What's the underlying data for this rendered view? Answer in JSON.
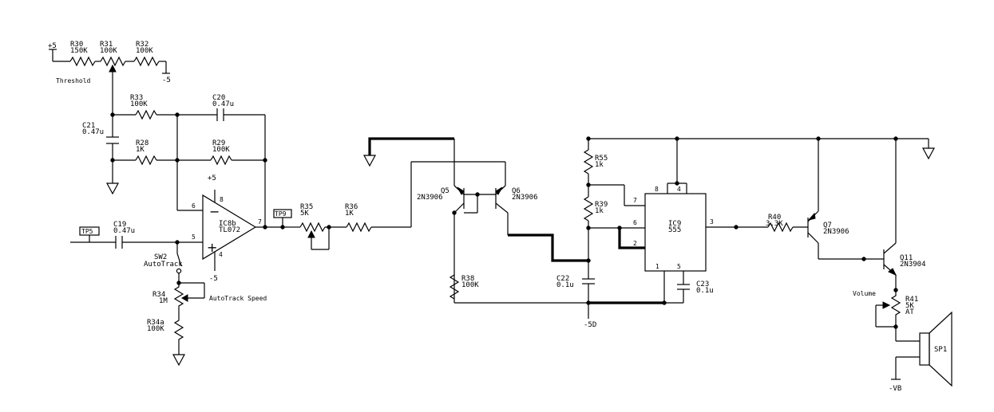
{
  "supplies": {
    "pos5_a": "+5",
    "neg5_a": "-5",
    "pos5_b": "+5",
    "neg5_b": "-5",
    "neg5d": "-5D",
    "neg_vb": "-VB"
  },
  "threshold": "Threshold",
  "r30": {
    "ref": "R30",
    "value": "150K"
  },
  "r31": {
    "ref": "R31",
    "value": "100K"
  },
  "r32": {
    "ref": "R32",
    "value": "100K"
  },
  "r33": {
    "ref": "R33",
    "value": "100K"
  },
  "c20": {
    "ref": "C20",
    "value": "0.47u"
  },
  "c21": {
    "ref": "C21",
    "value": "0.47u"
  },
  "r28": {
    "ref": "R28",
    "value": "1K"
  },
  "r29": {
    "ref": "R29",
    "value": "100K"
  },
  "ic8b": {
    "ref": "IC8b",
    "part": "TL072",
    "pin_in_neg": "6",
    "pin_in_pos": "5",
    "pin_out": "7",
    "pin_vpos": "8",
    "pin_vneg": "4",
    "minus": "−",
    "plus": "+"
  },
  "tp5": "TP5",
  "tp9": "TP9",
  "c19": {
    "ref": "C19",
    "value": "0.47u"
  },
  "sw2": {
    "ref": "SW2",
    "label": "AutoTrack"
  },
  "r34": {
    "ref": "R34",
    "value": "1M",
    "label": "AutoTrack Speed"
  },
  "r34a": {
    "ref": "R34a",
    "value": "100K"
  },
  "r35": {
    "ref": "R35",
    "value": "5K"
  },
  "r36": {
    "ref": "R36",
    "value": "1K"
  },
  "q5": {
    "ref": "Q5",
    "part": "2N3906"
  },
  "q6": {
    "ref": "Q6",
    "part": "2N3906"
  },
  "r38": {
    "ref": "R38",
    "value": "100K"
  },
  "r55": {
    "ref": "R55",
    "value": "1k"
  },
  "r39": {
    "ref": "R39",
    "value": "1k"
  },
  "c22": {
    "ref": "C22",
    "value": "0.1u"
  },
  "ic9": {
    "ref": "IC9",
    "part": "555",
    "pin8": "8",
    "pin4": "4",
    "pin7": "7",
    "pin6": "6",
    "pin2": "2",
    "pin1": "1",
    "pin5": "5",
    "pin3": "3"
  },
  "c23": {
    "ref": "C23",
    "value": "0.1u"
  },
  "r40": {
    "ref": "R40",
    "value": "3.3K"
  },
  "q7": {
    "ref": "Q7",
    "part": "2N3906"
  },
  "q11": {
    "ref": "Q11",
    "part": "2N3904"
  },
  "volume": "Volume",
  "r41": {
    "ref": "R41",
    "value": "5K",
    "taper": "AT"
  },
  "sp1": "SP1",
  "colors": {
    "ink": "#000000",
    "background": "#ffffff"
  }
}
